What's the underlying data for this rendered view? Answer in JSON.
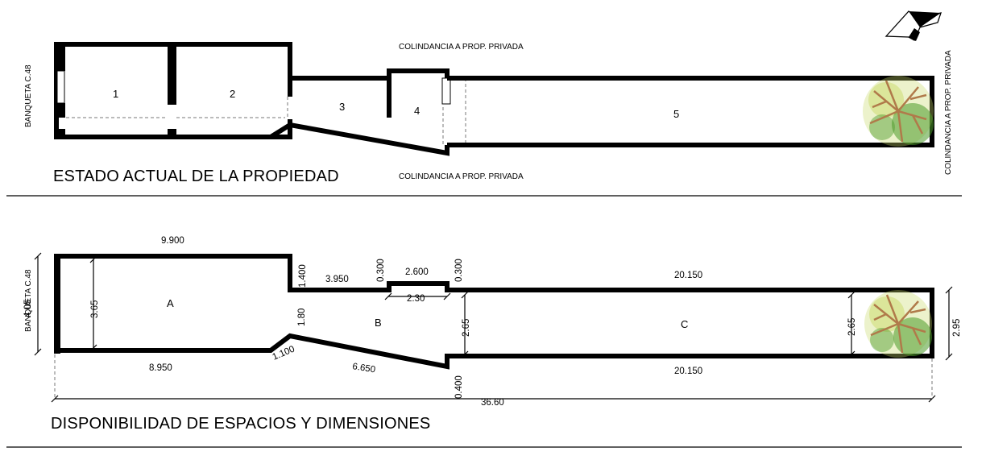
{
  "top_plan": {
    "title": "ESTADO ACTUAL DE LA PROPIEDAD",
    "rooms": [
      "1",
      "2",
      "3",
      "4",
      "5"
    ],
    "street_label": "BANQUETA C.48",
    "top_boundary": "COLINDANCIA A PROP. PRIVADA",
    "bottom_boundary": "COLINDANCIA A PROP. PRIVADA",
    "right_boundary": "COLINDANCIA A PROP. PRIVADA"
  },
  "bottom_plan": {
    "title": "DISPONIBILIDAD DE ESPACIOS Y DIMENSIONES",
    "zones": [
      "A",
      "B",
      "C"
    ],
    "street_label": "BANQUETA C.48",
    "dimensions": {
      "a_top": "9.900",
      "a_bottom": "8.950",
      "a_height_outer": "4.05",
      "a_height_inner": "3.65",
      "step_a": "1.400",
      "b_top": "3.950",
      "step_b1": "0.300",
      "niche_outer": "2.600",
      "niche_inner": "2.30",
      "step_b2": "0.300",
      "b_height": "1.80",
      "chamfer": "1.100",
      "b_bottom": "6.650",
      "c_left_height": "2.65",
      "step_c": "0.400",
      "c_top": "20.150",
      "c_bottom": "20.150",
      "c_right_height": "2.65",
      "c_outer_height": "2.95",
      "total_length": "36.60"
    }
  },
  "colors": {
    "line": "#000000",
    "tree_trunk": "#b07a4a",
    "tree_leaf": "#4c9a2a",
    "tree_leaf_light": "#c9d96a"
  }
}
